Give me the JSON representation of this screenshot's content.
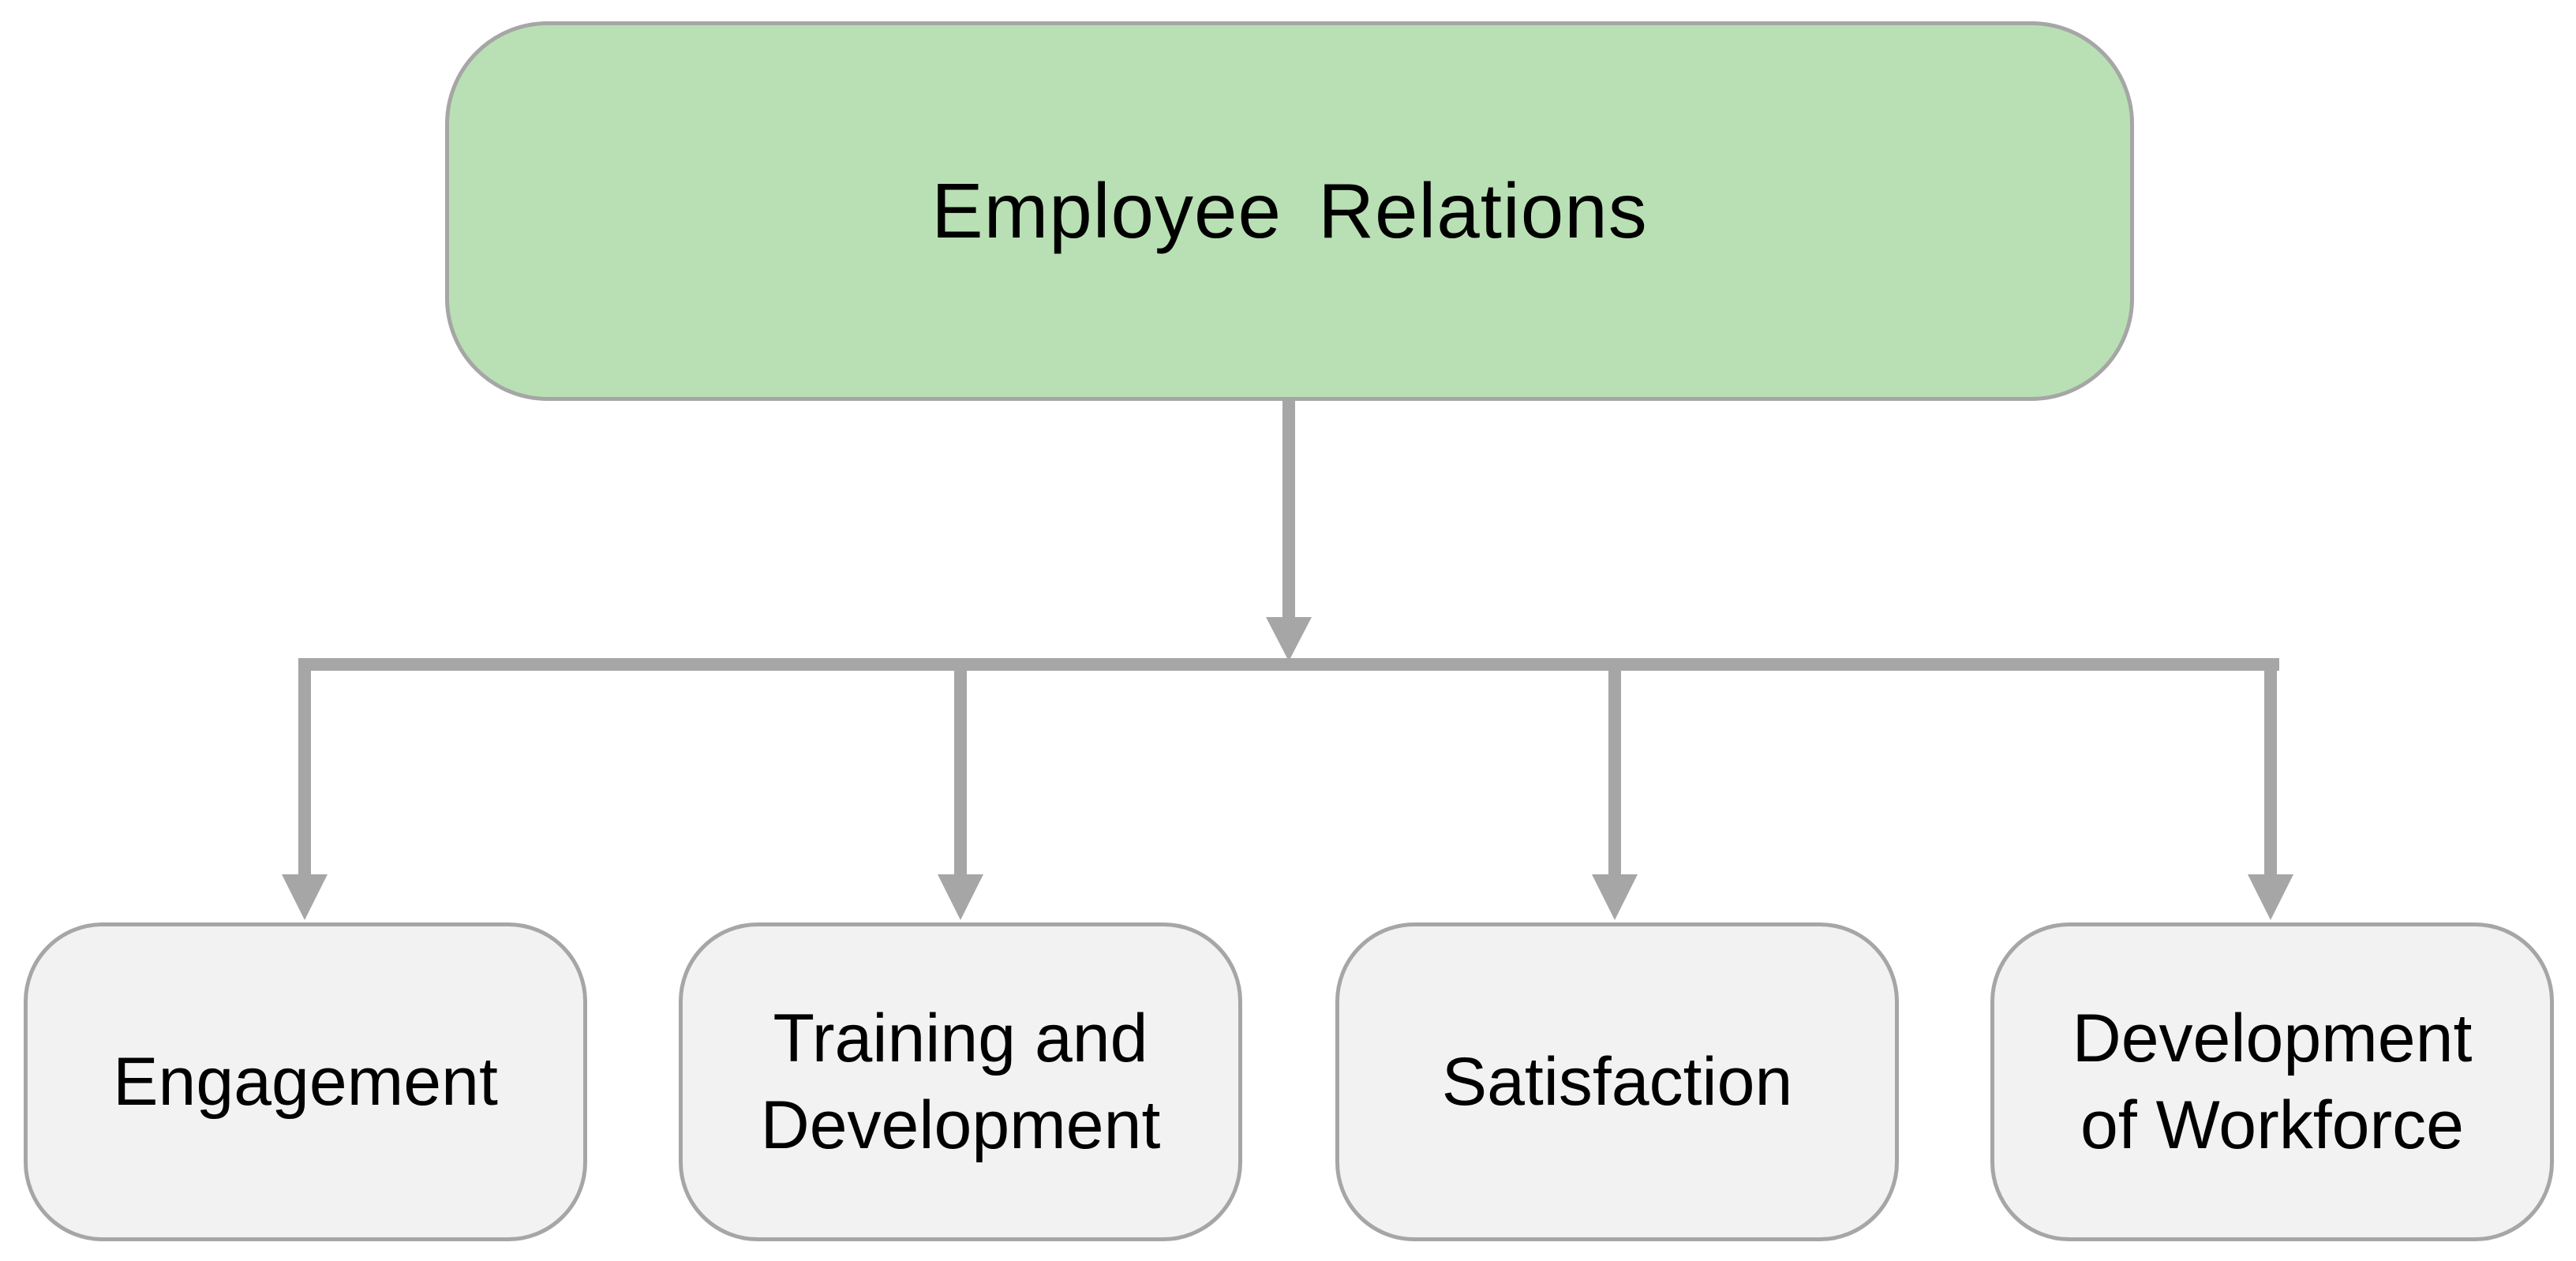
{
  "diagram": {
    "root": {
      "label": "Employee Relations",
      "fill": "#b9e0b4"
    },
    "children": [
      {
        "label": "Engagement"
      },
      {
        "label": "Training and Development"
      },
      {
        "label": "Satisfaction"
      },
      {
        "label": "Development of Workforce"
      }
    ],
    "child_fill": "#f2f2f2",
    "border_color": "#a6a6a6",
    "connector_color": "#a6a6a6"
  }
}
